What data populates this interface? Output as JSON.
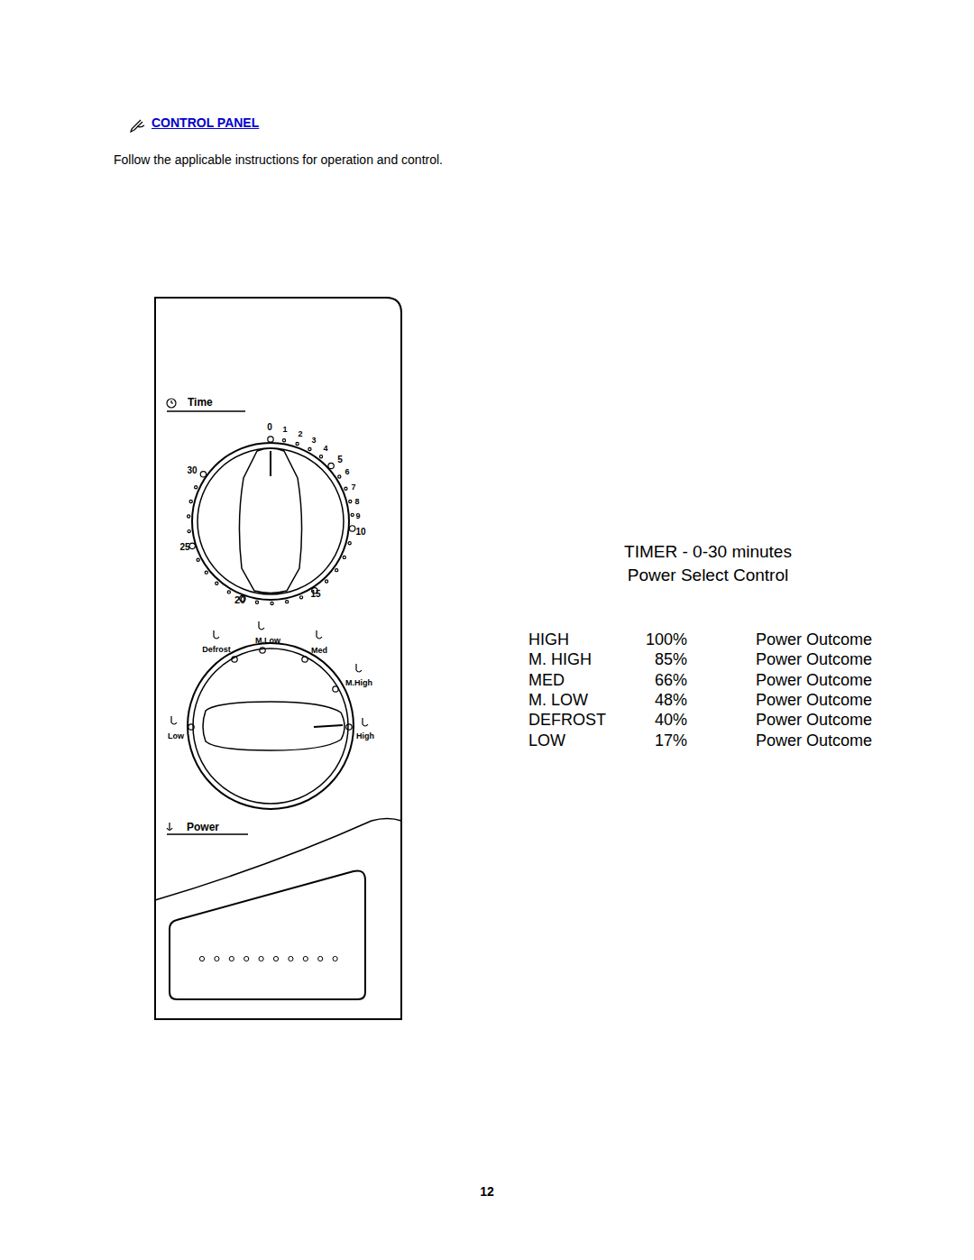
{
  "diagram": {
    "title": "CONTROL PANEL",
    "labels": [
      "Follow the applicable instructions for operation and control.",
      "Time",
      "0",
      "1",
      "2",
      "3",
      "4",
      "5",
      "6",
      "7",
      "8",
      "9",
      "10",
      "15",
      "20",
      "25",
      "30",
      "Defrost",
      "M.Low",
      "Med",
      "M.High",
      "Low",
      "High",
      "Power",
      "TIMER - 0-30 minutes",
      "Power Select Control",
      "HIGH",
      "100%",
      "Power Outcome",
      "M. HIGH",
      "85%",
      "Power Outcome",
      "MED",
      "66%",
      "Power Outcome",
      "M. LOW",
      "48%",
      "Power Outcome",
      "DEFROST",
      "40%",
      "Power Outcome",
      "LOW",
      "17%",
      "Power Outcome",
      "12"
    ]
  }
}
